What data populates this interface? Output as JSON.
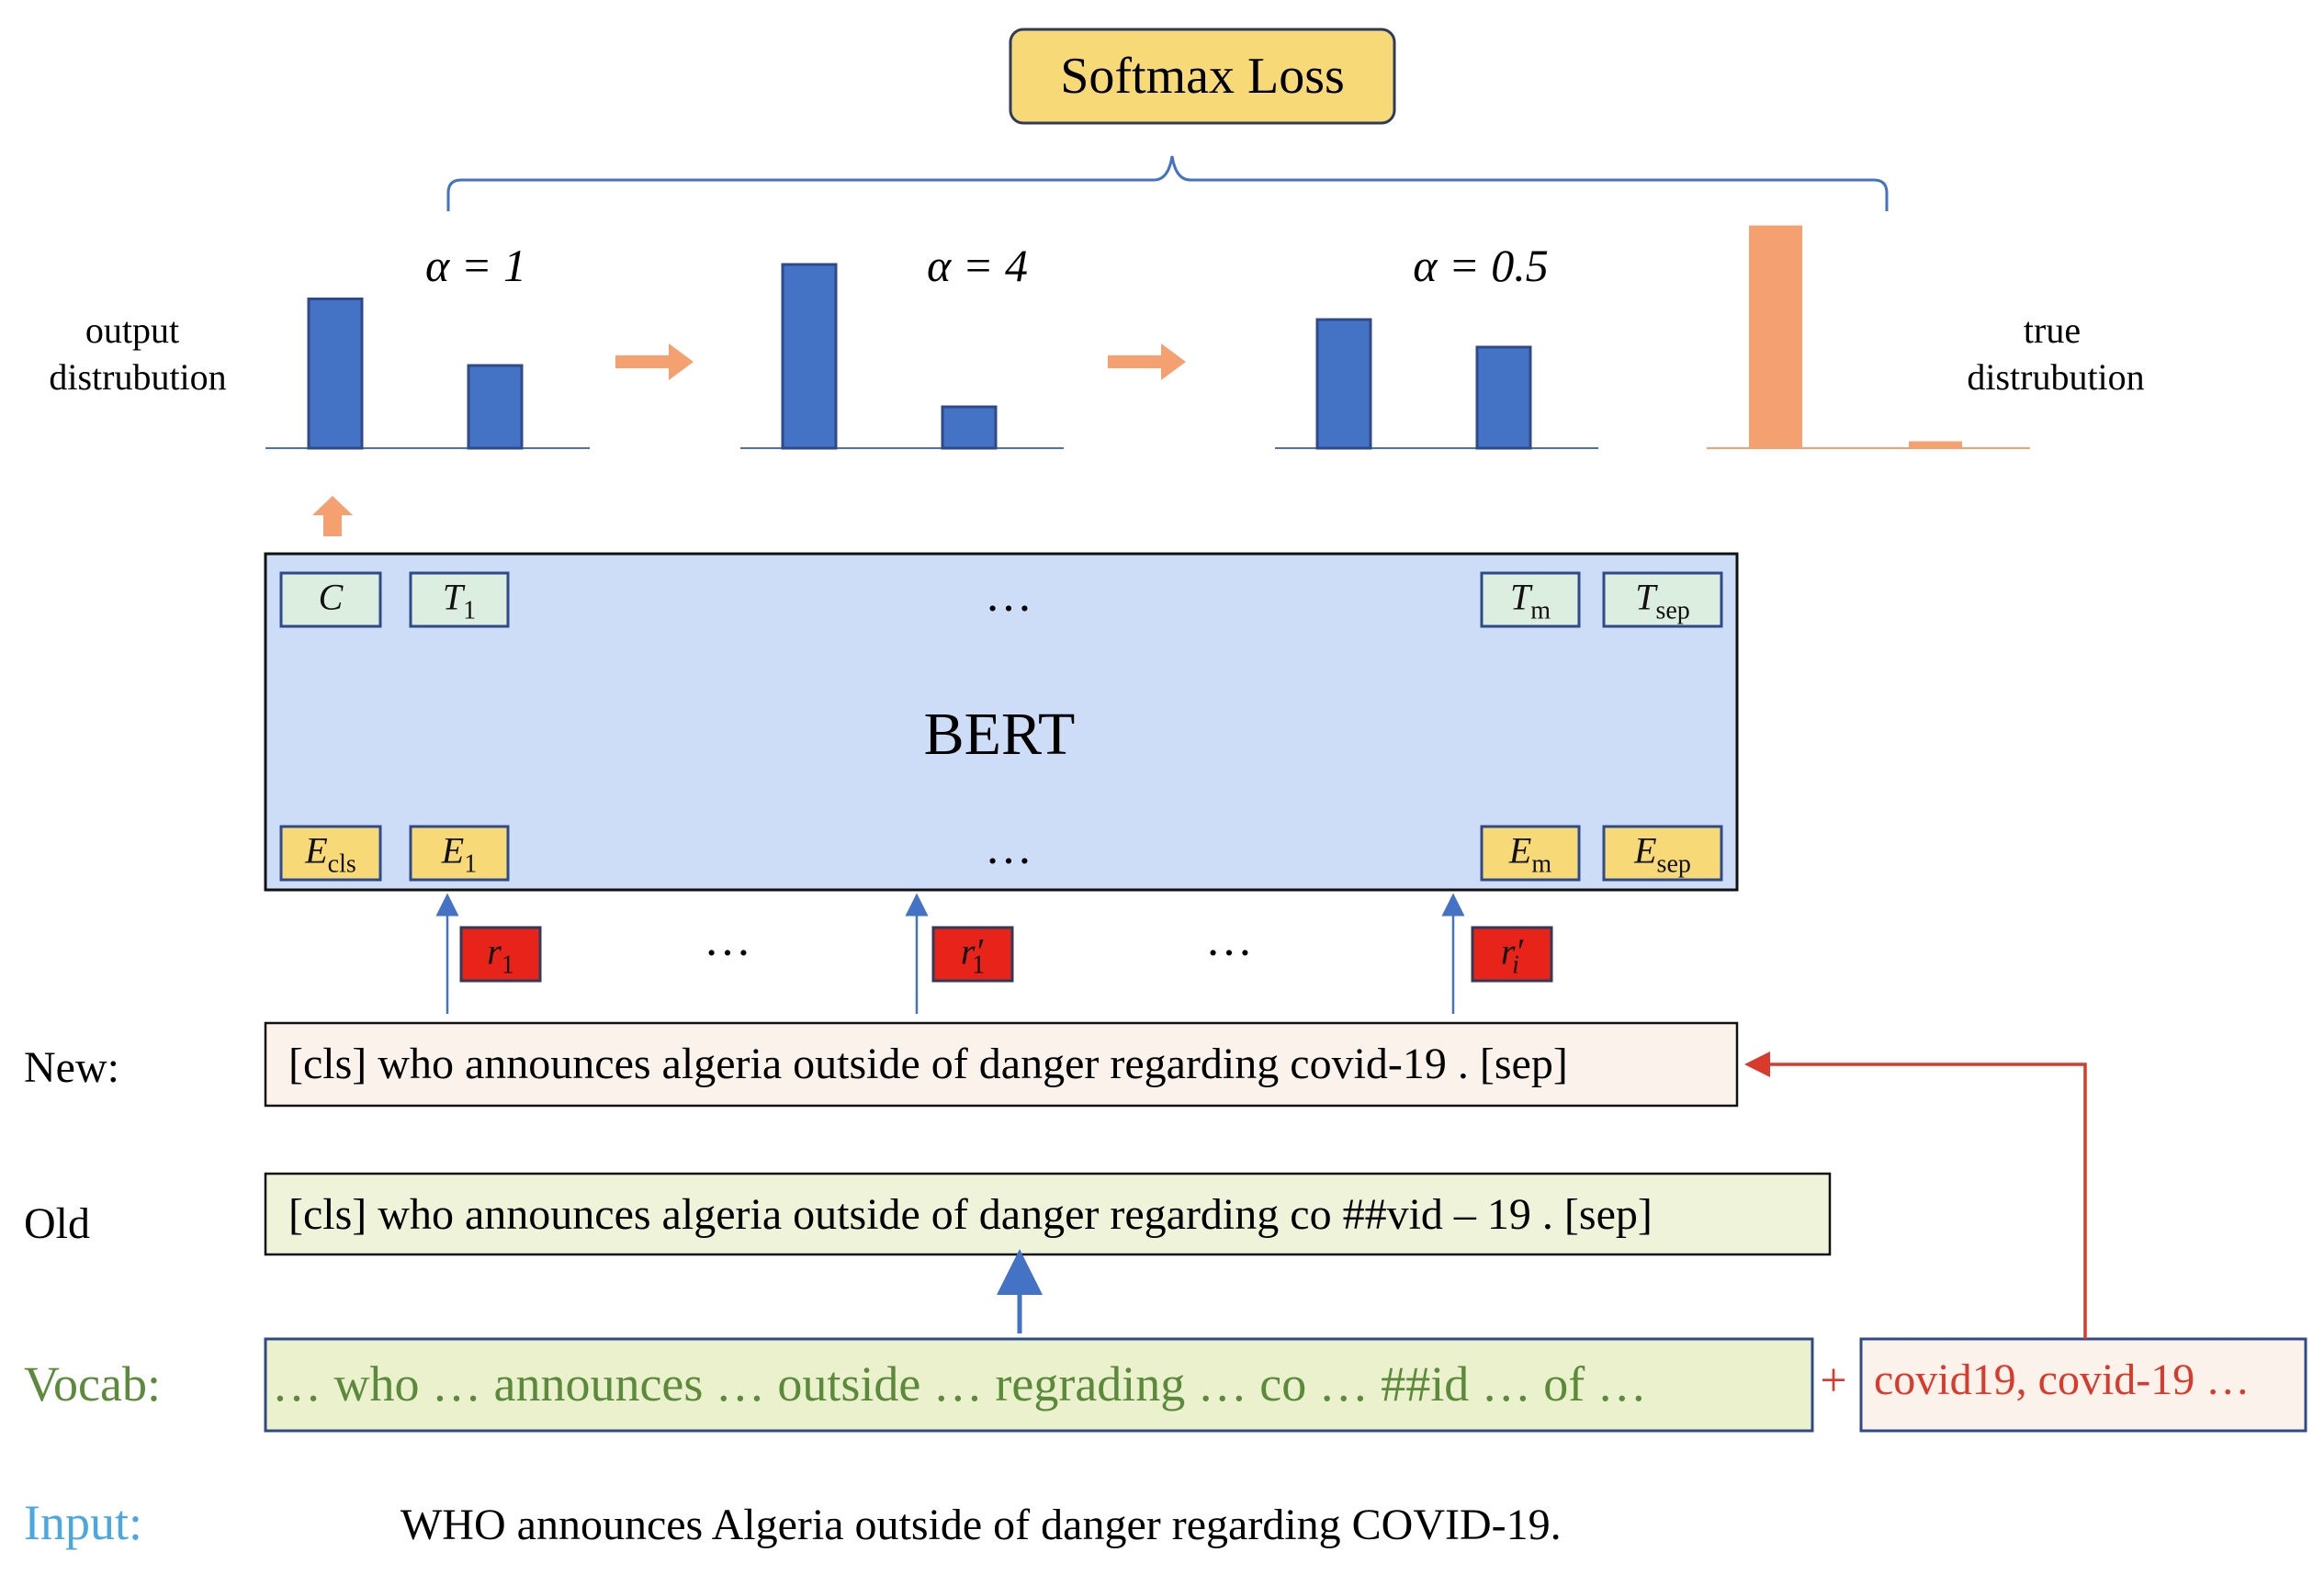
{
  "loss": {
    "label": "Softmax Loss"
  },
  "panels": [
    {
      "alpha_label": "α = 1"
    },
    {
      "alpha_label": "α = 4"
    },
    {
      "alpha_label": "α = 0.5"
    }
  ],
  "output_label": [
    "output",
    "distrubution"
  ],
  "true_label": [
    "true",
    "distrubution"
  ],
  "bert": {
    "title": "BERT",
    "top_ellipsis": "…",
    "bottom_ellipsis": "…",
    "top_tokens": [
      {
        "main": "C",
        "sub": ""
      },
      {
        "main": "T",
        "sub": "1"
      },
      {
        "main": "T",
        "sub": "m"
      },
      {
        "main": "T",
        "sub": "sep"
      }
    ],
    "bottom_tokens": [
      {
        "main": "E",
        "sub": "cls"
      },
      {
        "main": "E",
        "sub": "1"
      },
      {
        "main": "E",
        "sub": "m"
      },
      {
        "main": "E",
        "sub": "sep"
      }
    ]
  },
  "r_tokens": [
    {
      "main": "r",
      "sub": "1",
      "prime": ""
    },
    {
      "main": "r",
      "sub": "1",
      "prime": "′"
    },
    {
      "main": "r",
      "sub": "i",
      "prime": "′"
    }
  ],
  "r_ellipses": [
    "…",
    "…"
  ],
  "rows": {
    "new_label": "New:",
    "new_text": "[cls] who announces algeria outside of danger regarding covid-19 . [sep]",
    "old_label": "Old",
    "old_text": "[cls] who announces algeria outside of danger regarding co ##vid – 19 . [sep]",
    "vocab_label": "Vocab:",
    "vocab_text": "… who … announces … outside … regrading … co … ##id … of  …",
    "plus": "+",
    "new_vocab_text": "covid19, covid-19 …",
    "input_label": "Input:",
    "input_text": "WHO announces Algeria outside of danger regarding COVID-19."
  },
  "chart_data": {
    "type": "bar",
    "panels": [
      {
        "name": "α = 1",
        "values": [
          0.65,
          0.36
        ]
      },
      {
        "name": "α = 4",
        "values": [
          0.8,
          0.18
        ]
      },
      {
        "name": "α = 0.5",
        "values": [
          0.56,
          0.44
        ]
      },
      {
        "name": "true distrubution",
        "values": [
          0.97,
          0.03
        ]
      }
    ]
  },
  "colors": {
    "bar_blue": "#4472c4",
    "bar_orange": "#f4a071",
    "bert_fill": "#cddcf7",
    "top_token_fill": "#dceee0",
    "bottom_token_fill": "#f8d978",
    "r_fill": "#e8241a",
    "loss_fill": "#f8d978",
    "new_fill": "#fcf2ec",
    "old_fill": "#eef3d9",
    "vocab_fill": "#ebf0cd",
    "vocab_text": "#5b8a3a",
    "input_text": "#4aa8e0",
    "red": "#d93a2b",
    "arrow_blue": "#4472c4"
  }
}
